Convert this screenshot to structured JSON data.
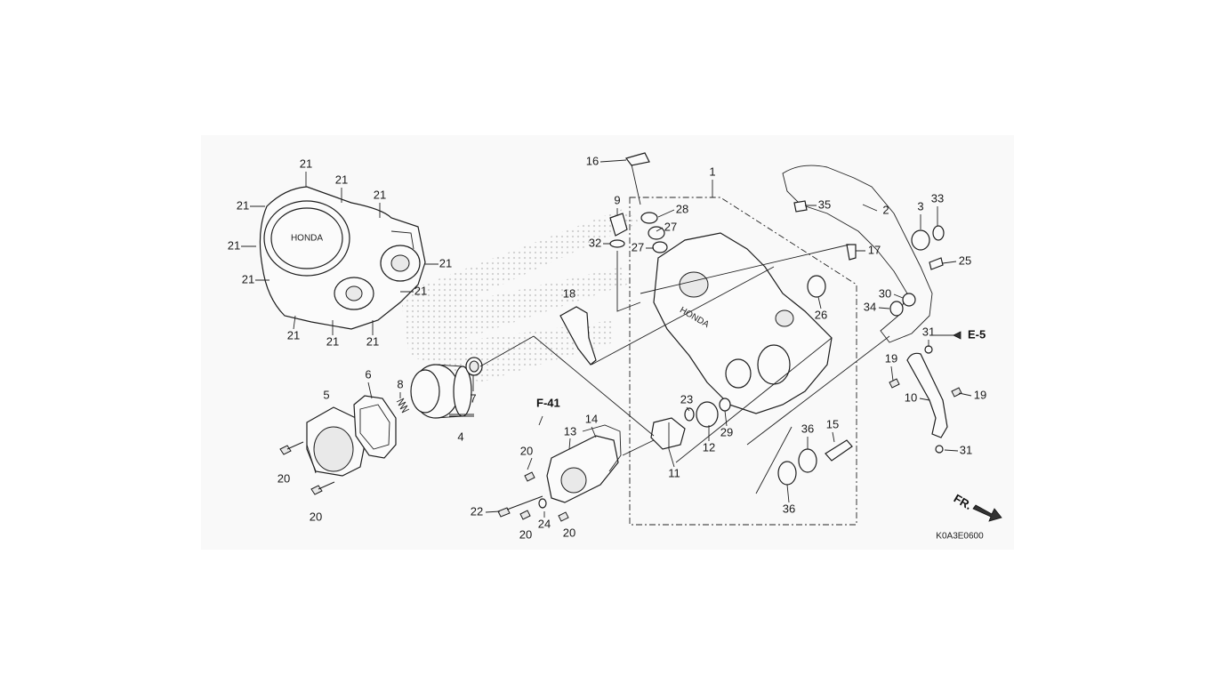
{
  "diagram": {
    "callouts": {
      "c1": "1",
      "c2": "2",
      "c3": "3",
      "c4": "4",
      "c5": "5",
      "c6": "6",
      "c7": "7",
      "c8": "8",
      "c9": "9",
      "c10": "10",
      "c11": "11",
      "c12": "12",
      "c13": "13",
      "c14": "14",
      "c15": "15",
      "c16": "16",
      "c17": "17",
      "c18": "18",
      "c19a": "19",
      "c19b": "19",
      "c20a": "20",
      "c20b": "20",
      "c20c": "20",
      "c20d": "20",
      "c20e": "20",
      "c21a": "21",
      "c21b": "21",
      "c21c": "21",
      "c21d": "21",
      "c21e": "21",
      "c21f": "21",
      "c21g": "21",
      "c21h": "21",
      "c21i": "21",
      "c21j": "21",
      "c21k": "21",
      "c22": "22",
      "c23": "23",
      "c24": "24",
      "c25": "25",
      "c26": "26",
      "c27a": "27",
      "c27b": "27",
      "c28": "28",
      "c29": "29",
      "c30": "30",
      "c31a": "31",
      "c31b": "31",
      "c32": "32",
      "c33": "33",
      "c34": "34",
      "c35": "35",
      "c36a": "36",
      "c36b": "36"
    },
    "refs": {
      "f41": "F-41",
      "e5": "E-5",
      "fr": "FR."
    },
    "cover_logo": "HONDA",
    "crankcase_logo": "HONDA",
    "figure_code": "K0A3E0600"
  },
  "colors": {
    "background": "#ffffff",
    "panel": "#f9f9f9",
    "line": "#1d1d1d",
    "watermark": "#d6d6d6"
  }
}
